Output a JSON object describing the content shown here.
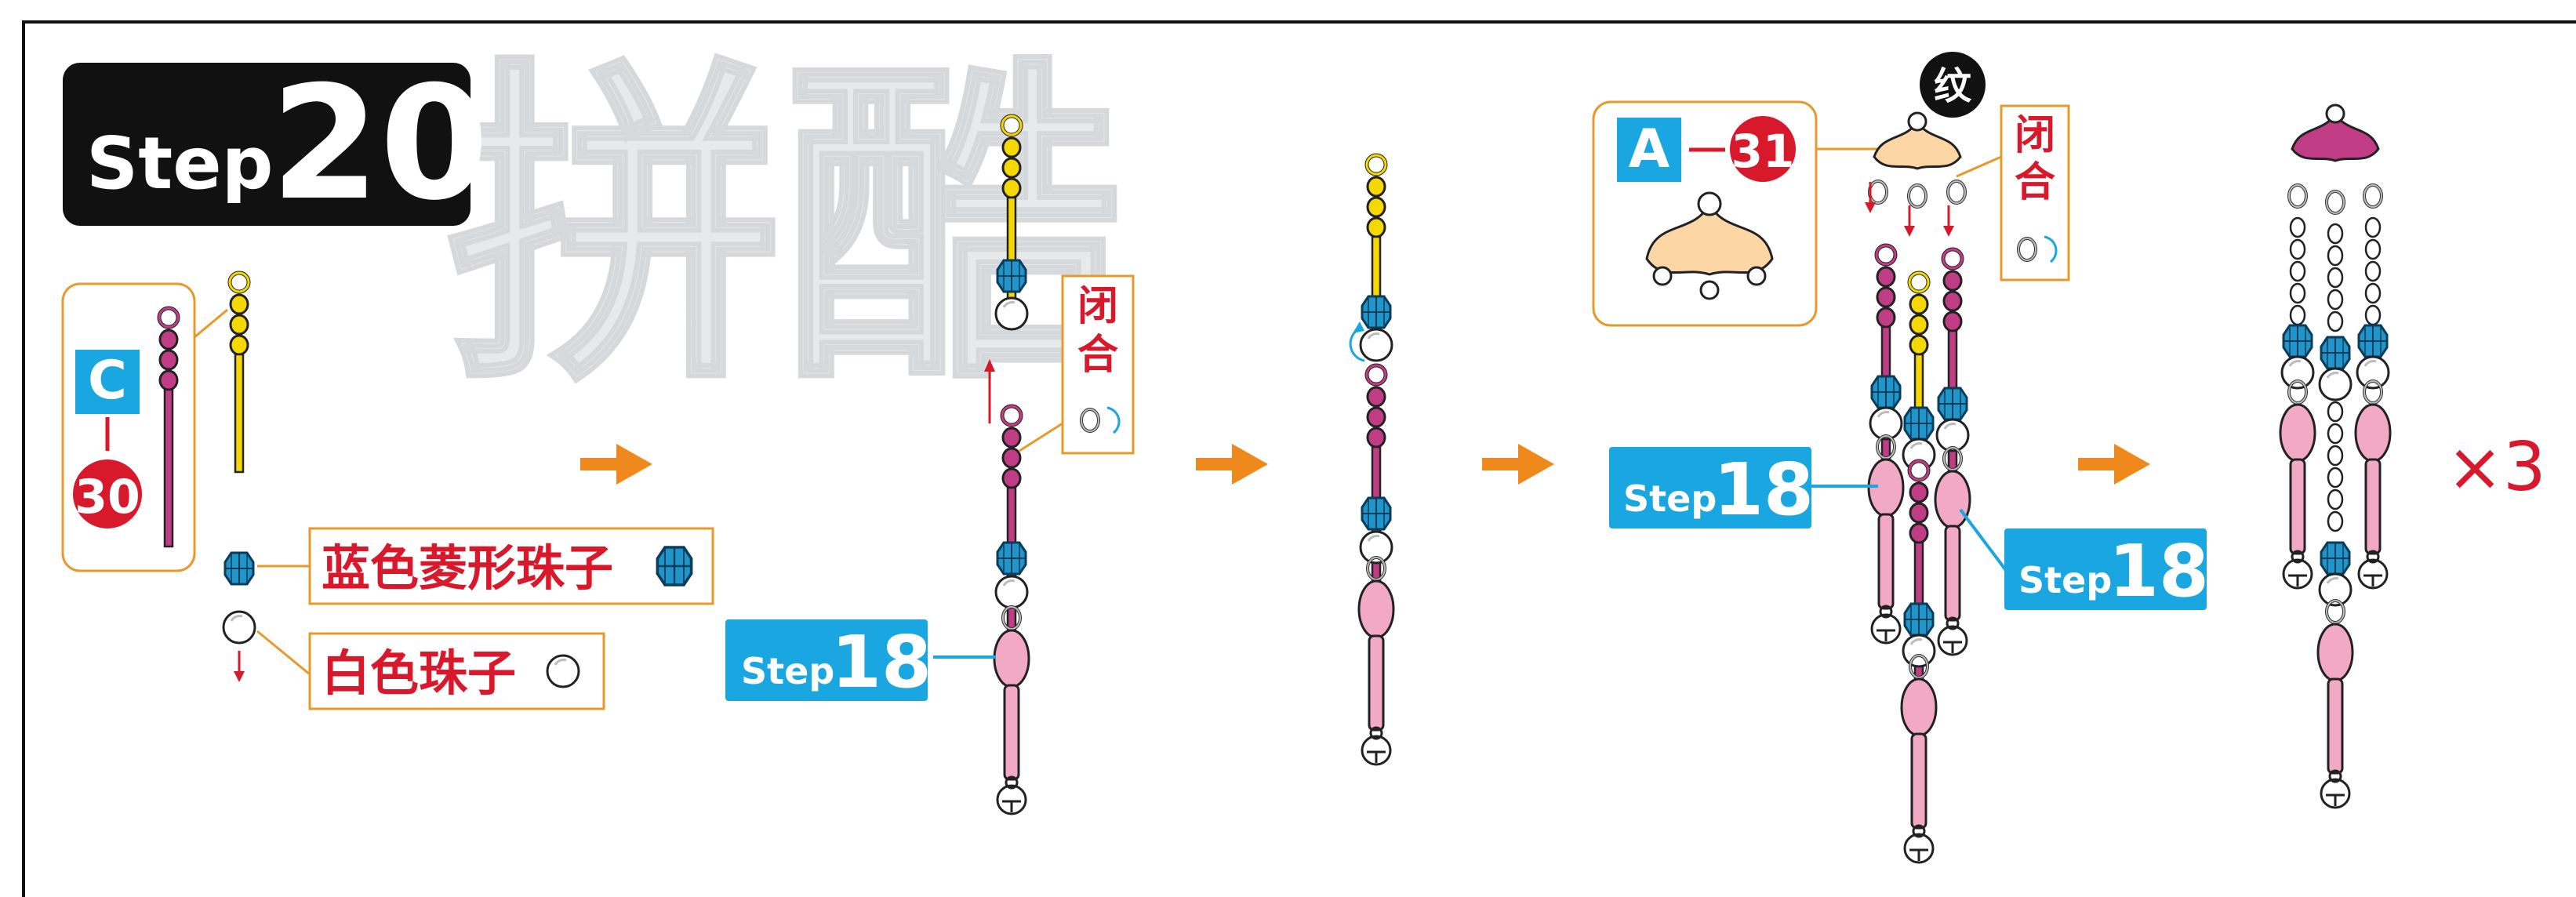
{
  "step_badge": {
    "prefix": "Step",
    "number": "20"
  },
  "watermark": "拼酷",
  "parts": {
    "c_box_letter": "C",
    "c_part_number": "30",
    "a_box_letter": "A",
    "a_part_number": "31",
    "pattern_badge": "纹"
  },
  "labels": {
    "blue_bead": "蓝色菱形珠子",
    "white_bead": "白色珠子",
    "close_label": "闭合",
    "close_label_2": "闭合"
  },
  "step_refs": [
    {
      "prefix": "Step",
      "number": "18"
    },
    {
      "prefix": "Step",
      "number": "18"
    },
    {
      "prefix": "Step",
      "number": "18"
    }
  ],
  "multiplier": "×3",
  "colors": {
    "accent_orange": "#f0891c",
    "step_blue": "#1aa6e0",
    "label_red": "#d7192b",
    "magenta": "#c03d86",
    "yellow": "#f5d800",
    "pink": "#f2a9c3",
    "beige": "#fcd7a5",
    "bead_blue": "#1f95c9"
  }
}
